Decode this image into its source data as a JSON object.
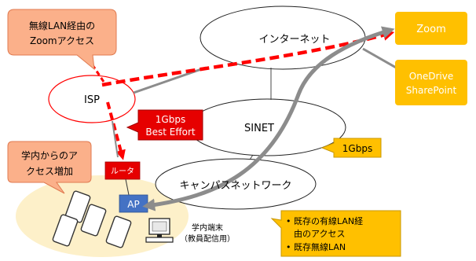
{
  "nodes": {
    "internet": "インターネット",
    "sinet": "SINET",
    "campus_network": "キャンパスネットワーク",
    "isp": "ISP",
    "zoom": "Zoom",
    "onedrive_line1": "OneDrive",
    "onedrive_line2": "SharePoint",
    "router": "ルータ",
    "ap": "AP",
    "terminal_line1": "学内端末",
    "terminal_line2": "（教員配信用）"
  },
  "callouts": {
    "wireless_zoom_line1": "無線LAN経由の",
    "wireless_zoom_line2": "Zoomアクセス",
    "access_increase_line1": "学内からのア",
    "access_increase_line2": "クセス増加",
    "bandwidth_isp_line1": "1Gbps",
    "bandwidth_isp_line2": "Best Effort",
    "bandwidth_sinet": "1Gbps",
    "existing_wired_line1": "既存の有線LAN経",
    "existing_wired_line2": "由のアクセス",
    "existing_wireless": "既存無線LAN"
  },
  "colors": {
    "salmon": "#fbb08a",
    "orange": "#ffc000",
    "red": "#ff0000",
    "gray": "#8c8c8c",
    "blue": "#4472c4",
    "campus_fill": "#fdf0c9"
  }
}
